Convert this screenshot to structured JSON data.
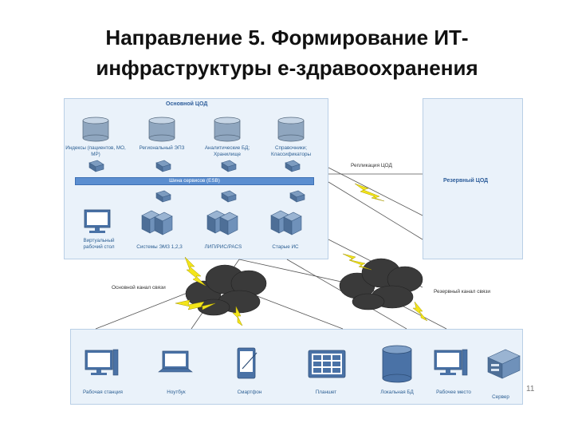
{
  "slide": {
    "title": "Направление 5. Формирование ИТ-инфраструктуры е-здравоохранения",
    "page_number": "11"
  },
  "main_dc": {
    "title": "Основной ЦОД",
    "databases": [
      "Индексы (пациентов, МО, МР)",
      "Региональный ЭПЗ",
      "Аналитические БД; Хранилище",
      "Справочники; Классификаторы"
    ],
    "esb_label": "Шина сервисов (ESB)",
    "systems": [
      "Виртуальный рабочий стол",
      "Системы ЭМЗ 1,2,3",
      "ЛИП/РИС/PACS",
      "Старые ИС"
    ]
  },
  "backup_dc": {
    "title": "Резервный ЦОД",
    "replication_label": "Репликация ЦОД"
  },
  "network": {
    "primary_channel": "Основной канал связи",
    "backup_channel": "Резервный канал связи"
  },
  "endpoints": {
    "items": [
      "Рабочая станция",
      "Ноутбук",
      "Смартфон",
      "Планшет",
      "Локальная БД",
      "Рабочее место",
      "Сервер"
    ]
  },
  "colors": {
    "panel_bg": "#eaf2fa",
    "accent_blue": "#5b8ed0",
    "lightning": "#f3e51a",
    "cloud": "#3a3a3a"
  }
}
